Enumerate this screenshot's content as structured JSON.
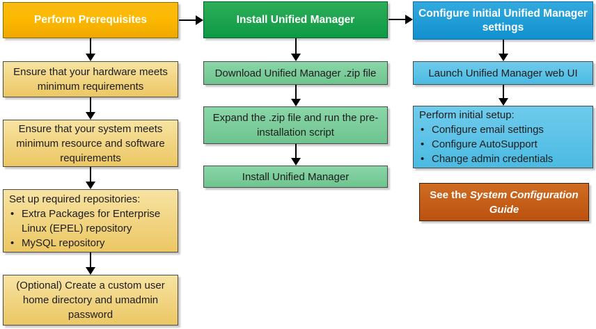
{
  "bullet_char": "•",
  "colors": {
    "col1_header": "#F2AF00",
    "col1_step": "#F0D384",
    "col2_header": "#12A04C",
    "col2_step": "#7BCE9C",
    "col3_header": "#1C9DD8",
    "col3_step": "#58C2E8",
    "note_box": "#C45E15",
    "arrow": "#000000",
    "box_border": "#4A4A4A",
    "shadow": "#C9C9C9",
    "header_text": "#FFFFFF",
    "step_text": "#1C1C1C"
  },
  "columns": [
    {
      "header": "Perform Prerequisites",
      "steps": [
        {
          "text": "Ensure that your hardware meets minimum requirements"
        },
        {
          "text": "Ensure that your system meets minimum resource and software requirements"
        },
        {
          "intro": "Set up required repositories:",
          "bullets": [
            "Extra Packages for Enterprise Linux (EPEL) repository",
            "MySQL repository"
          ]
        },
        {
          "text": "(Optional) Create a custom user home directory and umadmin password"
        }
      ]
    },
    {
      "header": "Install Unified Manager",
      "steps": [
        {
          "text": "Download Unified Manager .zip file"
        },
        {
          "text": "Expand the .zip file and run the pre-installation script"
        },
        {
          "text": "Install Unified Manager"
        }
      ]
    },
    {
      "header": "Configure initial Unified Manager settings",
      "steps": [
        {
          "text": "Launch Unified Manager web UI"
        },
        {
          "intro": "Perform initial setup:",
          "bullets": [
            "Configure email settings",
            "Configure AutoSupport",
            "Change admin credentials"
          ]
        }
      ],
      "note": {
        "prefix": "See the ",
        "title_italic": "System Configuration Guide"
      }
    }
  ]
}
